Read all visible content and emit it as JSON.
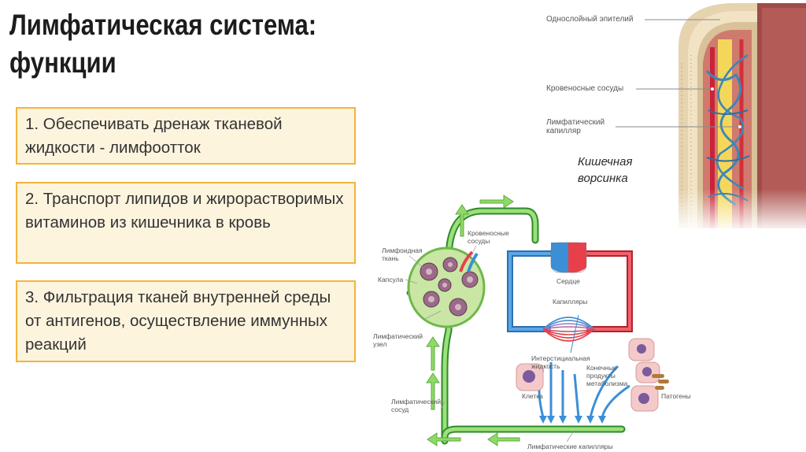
{
  "title": "Лимфатическая система: функции",
  "functions": [
    {
      "text": "1. Обеспечивать дренаж тканевой жидкости - лимфоотток"
    },
    {
      "text": "2. Транспорт липидов и жирорастворимых витаминов из кишечника в кровь"
    },
    {
      "text": "3. Фильтрация тканей внутренней среды от антигенов, осуществление иммунных реакций"
    }
  ],
  "villus": {
    "caption": "Кишечная ворсинка",
    "labels": {
      "epithelium": "Однослойный эпителий",
      "blood_vessels": "Кровеносные сосуды",
      "lymph_capillary": "Лимфатический капилляр"
    }
  },
  "diagram": {
    "labels": {
      "lymphoid_tissue": "Лимфоидная ткань",
      "capsule": "Капсула",
      "lymph_node": "Лимфатический узел",
      "lymph_vessel": "Лимфатический сосуд",
      "blood_vessels": "Кровеносные сосуды",
      "heart": "Сердце",
      "capillaries": "Капилляры",
      "interstitial_fluid": "Интерстициальная жидкость",
      "metabolic_products": "Конечные продукты метаболизма",
      "cell": "Клетка",
      "pathogens": "Патогены",
      "lymph_capillaries": "Лимфатические капилляры"
    }
  },
  "colors": {
    "box_fill": "#fdf4de",
    "box_border": "#f5b33c",
    "lymph_green": "#7ac943",
    "blood_red": "#e8404a",
    "blood_blue": "#3b8fd6"
  }
}
